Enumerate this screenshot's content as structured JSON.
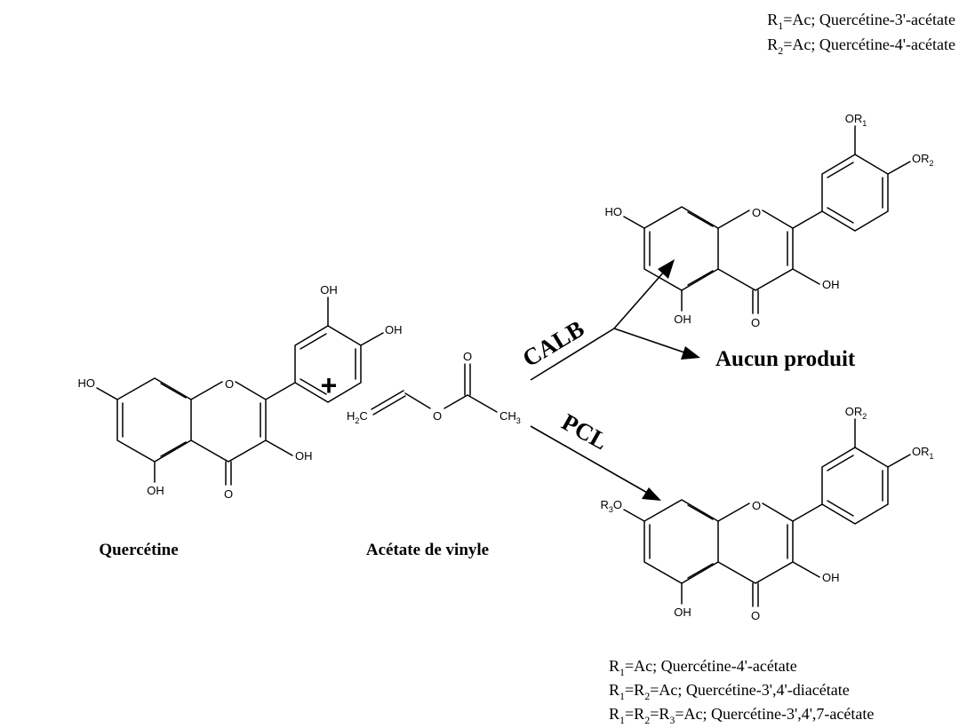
{
  "atom_labels": {
    "oh": "OH",
    "ho": "HO",
    "o": "O",
    "or": "OR",
    "r": "R",
    "h2c_h": "H",
    "h2c_2": "2",
    "h2c_c": "C",
    "ch3_c": "CH",
    "ch3_3": "3",
    "sub1": "1",
    "sub2": "2",
    "sub3": "3"
  },
  "reagents": {
    "quercetin_caption": "Quercétine",
    "plus": "+",
    "vinyl_caption": "Acétate de vinyle"
  },
  "enzymes": {
    "calb": "CALB",
    "pcl": "PCL"
  },
  "outcome": {
    "no_product": "Aucun produit"
  },
  "calb_notes": [
    {
      "r": "R",
      "sub": "1",
      "rest": "=Ac; Quercétine-3'-acétate"
    },
    {
      "r": "R",
      "sub": "2",
      "rest": "=Ac; Quercétine-4'-acétate"
    }
  ],
  "pcl_notes": [
    {
      "r": "R",
      "sub": "1",
      "rest": "=Ac; Quercétine-4'-acétate"
    },
    {
      "r1": "R",
      "sub1": "1",
      "eq1": "=R",
      "sub2": "2",
      "rest": "=Ac; Quercétine-3',4'-diacétate"
    },
    {
      "r1": "R",
      "sub1": "1",
      "eq1": "=R",
      "sub2": "2",
      "eq2": "=R",
      "sub3": "3",
      "rest": "=Ac; Quercétine-3',4',7-acétate"
    }
  ]
}
